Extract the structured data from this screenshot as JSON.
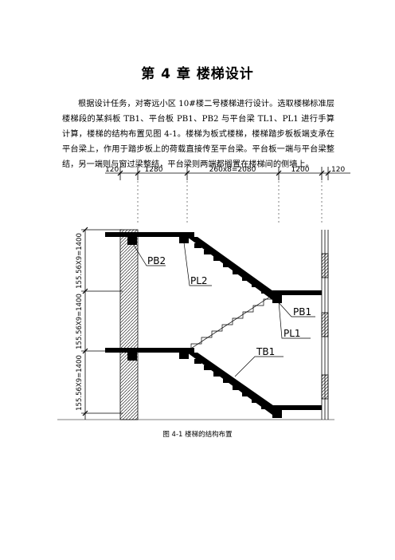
{
  "chapter_title": "第 4 章  楼梯设计",
  "paragraph": "根据设计任务，对寄远小区 10#楼二号楼梯进行设计。选取楼梯标准层楼梯段的某斜板 TB1、平台板 PB1、PB2 与平台梁 TL1、PL1 进行手算计算，楼梯的结构布置见图 4-1。楼梯为板式楼梯，楼梯踏步板板端支承在平台梁上，作用于踏步板上的荷载直接传至平台梁。平台板一端与平台梁整结，另一端则与窗过梁整结，平台梁则两端都搁置在楼梯间的侧墙上。",
  "figure": {
    "dims_top": [
      "120",
      "1280",
      "260x8=2080",
      "1200",
      "120"
    ],
    "dims_left": [
      "155.56X9=1400",
      "155.56X9=1400",
      "155.56X9=1400"
    ],
    "labels": {
      "pb2": "PB2",
      "pl2": "PL2",
      "pb1": "PB1",
      "pl1": "PL1",
      "tb1": "TB1"
    }
  },
  "caption": "图 4-1  楼梯的结构布置"
}
